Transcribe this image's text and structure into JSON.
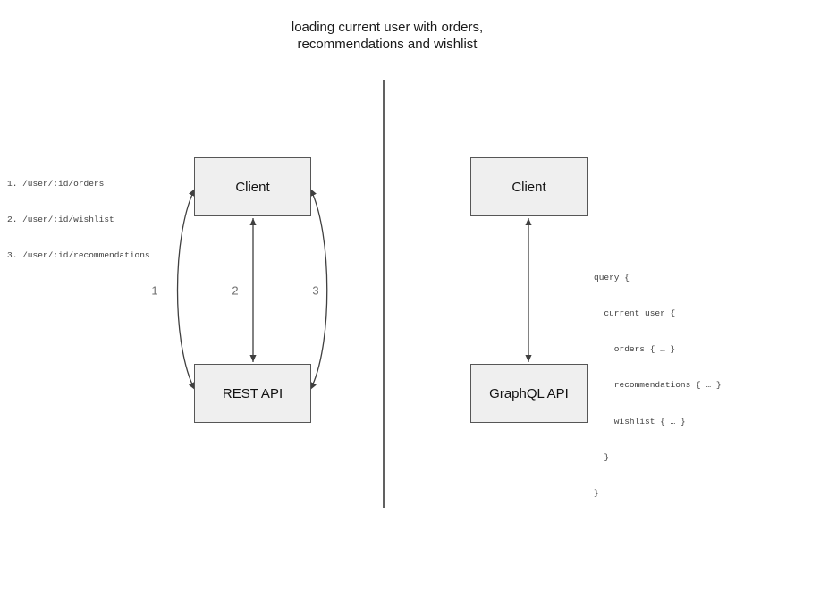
{
  "title": {
    "line1": "loading current user with orders,",
    "line2": "recommendations and wishlist"
  },
  "colors": {
    "box_fill": "#efefef",
    "box_border": "#565656",
    "arrow": "#3f3f3f",
    "divider": "#616161",
    "label_gray": "#6e6e6e",
    "text": "#1a1a1a",
    "code_text": "#404040"
  },
  "rest_side": {
    "client_box_label": "Client",
    "api_box_label": "REST API",
    "endpoints": [
      "1. /user/:id/orders",
      "2. /user/:id/wishlist",
      "3. /user/:id/recommendations"
    ],
    "arrow_labels": [
      "1",
      "2",
      "3"
    ]
  },
  "graphql_side": {
    "client_box_label": "Client",
    "api_box_label": "GraphQL API",
    "query_lines": [
      "query {",
      "  current_user {",
      "    orders { … }",
      "    recommendations { … }",
      "    wishlist { … }",
      "  }",
      "}"
    ]
  }
}
